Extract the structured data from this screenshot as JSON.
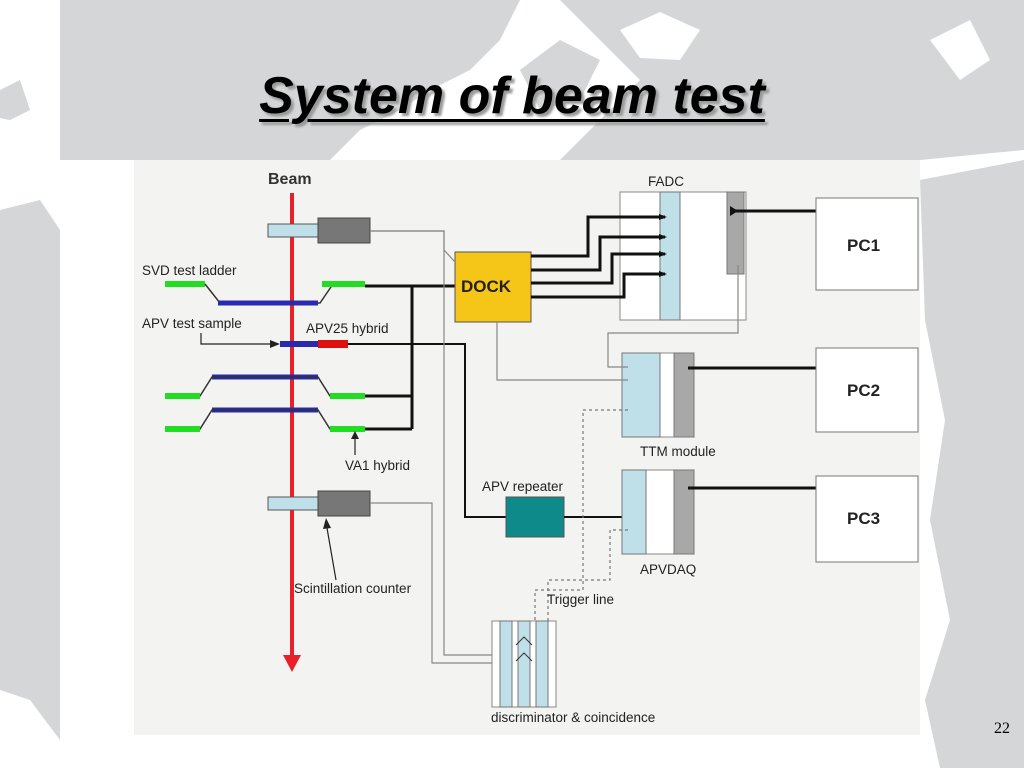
{
  "slide": {
    "title": "System of beam test",
    "page_number": "22"
  },
  "diagram": {
    "beam_label": "Beam",
    "svd_ladder_label": "SVD test ladder",
    "apv_sample_label": "APV test sample",
    "apv25_label": "APV25 hybrid",
    "va1_label": "VA1 hybrid",
    "scint_label": "Scintillation counter",
    "dock_label": "DOCK",
    "fadc_label": "FADC",
    "ttm_label": "TTM module",
    "apv_repeater_label": "APV repeater",
    "apvdaq_label": "APVDAQ",
    "trigger_label": "Trigger line",
    "disc_label": "discriminator & coincidence",
    "pc1_label": "PC1",
    "pc2_label": "PC2",
    "pc3_label": "PC3"
  },
  "colors": {
    "beam": "#e8202a",
    "dock": "#f5c518",
    "apv_repeater": "#0f8a8a",
    "module_light": "#bfe0e8",
    "module_grey": "#a8a8a8",
    "sensor_green": "#22dd22",
    "sensor_blue": "#2a2ab0",
    "apv25_red": "#e01010",
    "map_land": "#d4d6d7"
  }
}
